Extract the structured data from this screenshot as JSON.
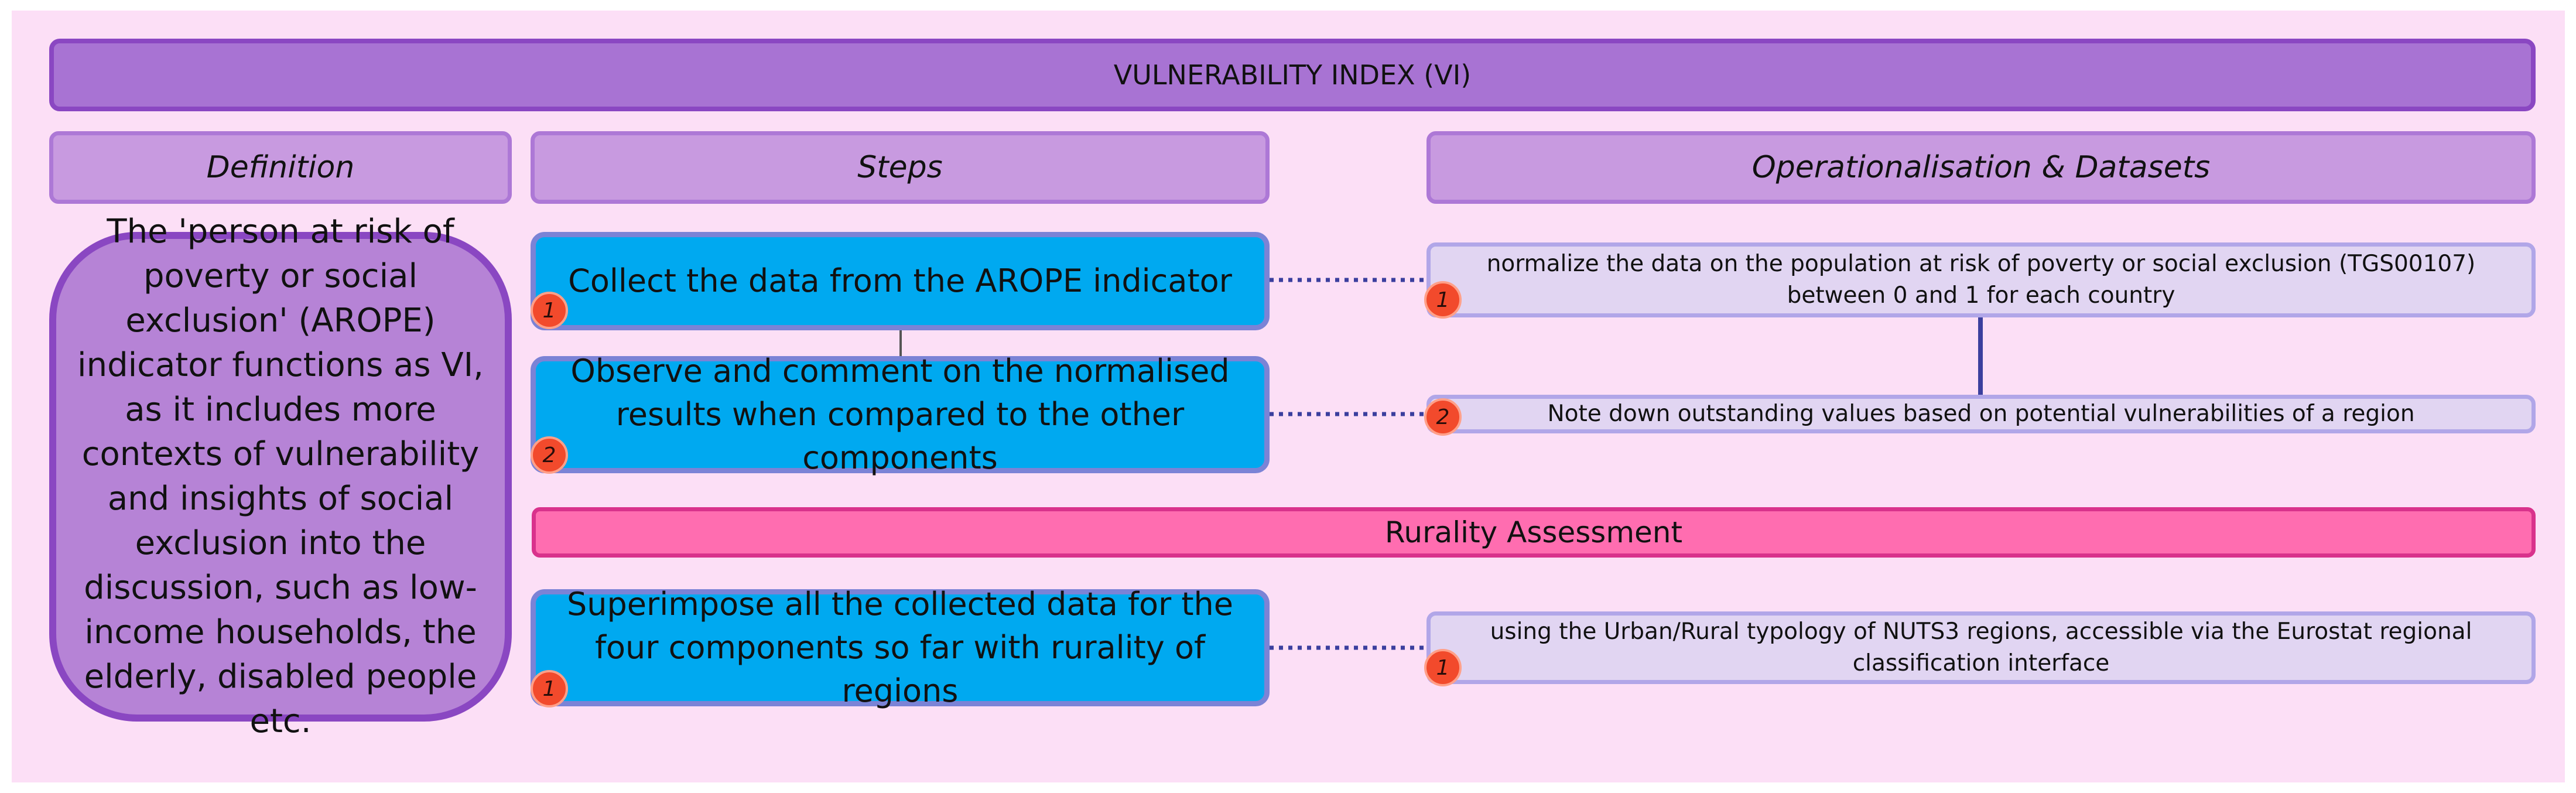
{
  "title": "VULNERABILITY INDEX (VI)",
  "headers": {
    "definition": "Definition",
    "steps": "Steps",
    "operationalisation": "Operationalisation & Datasets"
  },
  "definition_text": "The 'person at risk of poverty or social exclusion' (AROPE) indicator functions as VI, as it includes more contexts of vulnerability and insights of social exclusion into the discussion, such as low-income households, the elderly, disabled people etc.",
  "steps": [
    {
      "number": "1",
      "text": "Collect the data from the AROPE indicator"
    },
    {
      "number": "2",
      "text": "Observe and comment on the normalised results when compared to the other components"
    }
  ],
  "operations": [
    {
      "number": "1",
      "text": "normalize the data on the population at risk of poverty or social exclusion (TGS00107) between 0 and 1 for each country"
    },
    {
      "number": "2",
      "text": "Note down outstanding values based on potential vulnerabilities of a region"
    }
  ],
  "rurality": {
    "title": "Rurality Assessment",
    "step": {
      "number": "1",
      "text": "Superimpose all the collected data for the four components so far with rurality of regions"
    },
    "operation": {
      "number": "1",
      "text": "using the Urban/Rural typology of NUTS3 regions, accessible via the Eurostat regional classification interface"
    }
  },
  "colors": {
    "background": "#fcdff6",
    "title": "#a873d3",
    "header": "#c89ae0",
    "step": "#00a9f0",
    "operation": "#e1d5f2",
    "rurality": "#ff6db0",
    "badge": "#f24a2c",
    "connector": "#3b3f9e"
  }
}
